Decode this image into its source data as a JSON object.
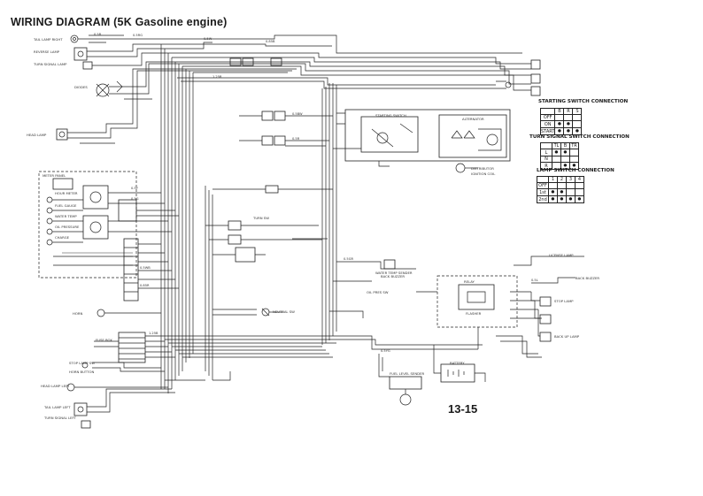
{
  "title": "WIRING DIAGRAM (5K Gasoline engine)",
  "page_number": "13-15",
  "tables": {
    "starting_switch": {
      "title": "STARTING SWITCH CONNECTION",
      "headers": [
        "",
        "B",
        "R",
        "S"
      ],
      "rows": [
        {
          "label": "OFF",
          "dots": [
            false,
            false,
            false
          ]
        },
        {
          "label": "ON",
          "dots": [
            true,
            true,
            false
          ]
        },
        {
          "label": "START",
          "dots": [
            true,
            true,
            true
          ]
        }
      ]
    },
    "turn_signal": {
      "title": "TURN SIGNAL SWITCH CONNECTION",
      "headers": [
        "",
        "TL",
        "B",
        "TR"
      ],
      "rows": [
        {
          "label": "L",
          "dots": [
            true,
            true,
            false
          ]
        },
        {
          "label": "N",
          "dots": [
            false,
            false,
            false
          ]
        },
        {
          "label": "R",
          "dots": [
            false,
            true,
            true
          ]
        }
      ]
    },
    "lamp_switch": {
      "title": "LAMP SWITCH CONNECTION",
      "headers": [
        "",
        "1",
        "2",
        "3",
        "4"
      ],
      "rows": [
        {
          "label": "OFF",
          "dots": [
            false,
            false,
            false,
            false
          ]
        },
        {
          "label": "1st",
          "dots": [
            true,
            true,
            false,
            false
          ]
        },
        {
          "label": "2nd",
          "dots": [
            true,
            true,
            true,
            true
          ]
        }
      ]
    }
  },
  "component_labels": {
    "tail_lamp_right": "TAIL LAMP RIGHT",
    "reverse_lamp": "REVERSE LAMP",
    "turn_signal_lamp": "TURN SIGNAL LAMP",
    "diodes": "DIODES",
    "head_lamp": "HEAD LAMP",
    "meter_panel": "METER PANEL",
    "hour_meter": "HOUR METER",
    "fuel_gauge": "FUEL GAUGE",
    "water_temp": "WATER TEMP",
    "oil_pressure": "OIL PRESSURE",
    "charge": "CHARGE",
    "horn": "HORN",
    "fuse_box": "FUSE BOX",
    "stop_lamp_sw": "STOP LAMP SW",
    "horn_button": "HORN BUTTON",
    "starting_switch": "STARTING SWITCH",
    "alternator": "ALTERNATOR",
    "distributor": "DISTRIBUTOR",
    "ignition_coil": "IGNITION COIL",
    "neutral_sw": "NEUTRAL SW",
    "turn_sw": "TURN SW",
    "back_buzzer": "BACK BUZZER",
    "battery": "BATTERY",
    "fuel_level_sender": "FUEL LEVEL SENDER",
    "oil_pres_sw": "OIL PRES SW",
    "water_temp_sender": "WATER TEMP SENDER",
    "license_lamp": "LICENSE LAMP",
    "back_buzzer_right": "BACK BUZZER",
    "tail_lamp_left": "TAIL LAMP LEFT",
    "stop_lamp": "STOP LAMP",
    "turn_signal_left": "TURN SIGNAL LEFT",
    "back_up_lamp": "BACK UP LAMP",
    "head_lamp_left": "HEAD LAMP LEFT",
    "flasher": "FLASHER",
    "relay": "RELAY"
  }
}
